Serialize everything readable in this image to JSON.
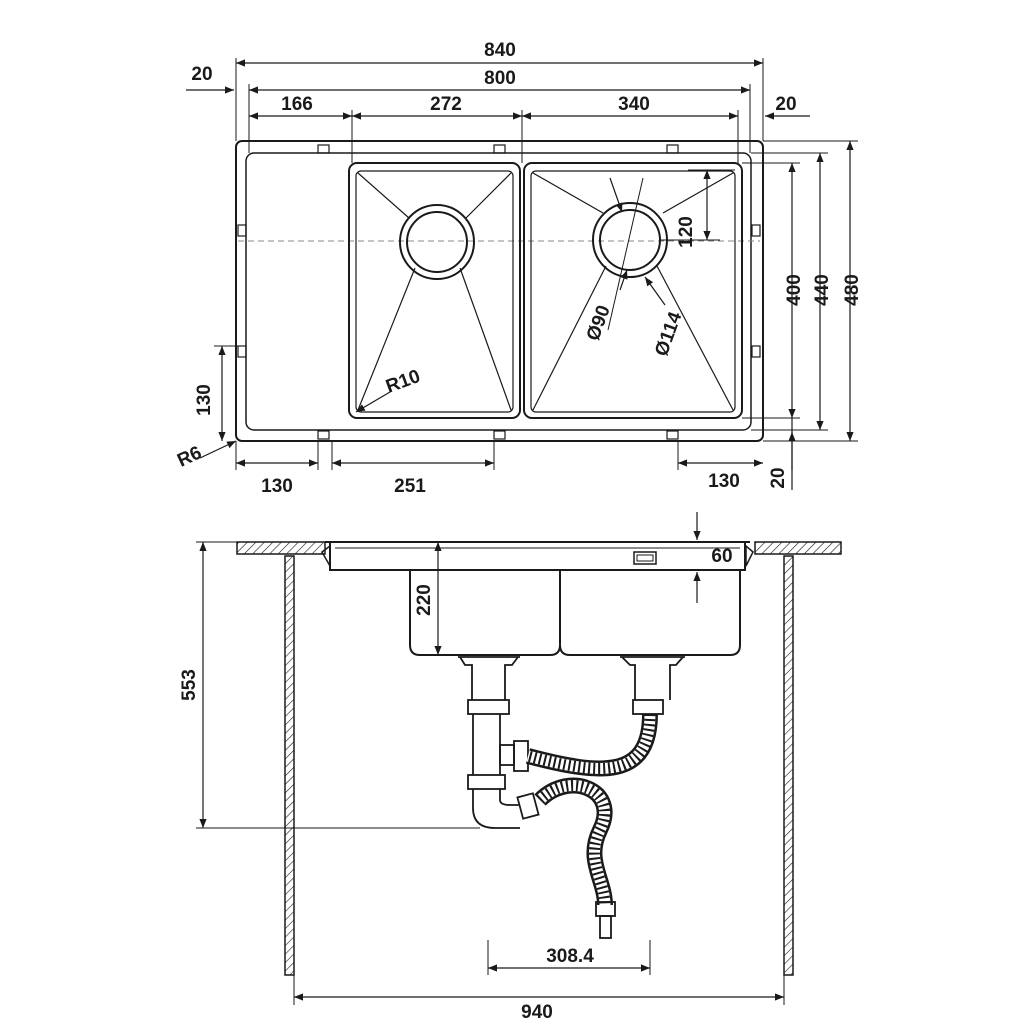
{
  "top_view": {
    "overall_width": "840",
    "frame_width": "800",
    "offset_left": "20",
    "offset_right": "20",
    "drainboard_width": "166",
    "left_bowl_width": "272",
    "right_bowl_width": "340",
    "height_400": "400",
    "height_440": "440",
    "height_480": "480",
    "drain_offset": "120",
    "drain_inner_diameter": "Ø90",
    "drain_outer_diameter": "Ø114",
    "bowl_corner_radius": "R10",
    "outer_corner_radius": "R6",
    "clip_spacing_left": "130",
    "clip_spacing_mid": "251",
    "clip_spacing_right": "130",
    "bottom_offset": "20",
    "side_clip_height": "130"
  },
  "side_view": {
    "rim_height": "60",
    "bowl_depth": "220",
    "overall_depth": "553",
    "drain_spacing": "308.4",
    "cabinet_width": "940"
  }
}
